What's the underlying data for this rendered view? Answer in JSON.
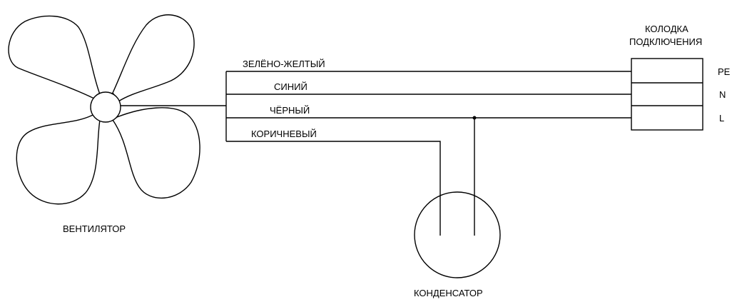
{
  "fan": {
    "label": "ВЕНТИЛЯТОР"
  },
  "capacitor": {
    "label": "КОНДЕНСАТОР"
  },
  "terminal_block": {
    "title_line1": "КОЛОДКА",
    "title_line2": "ПОДКЛЮЧЕНИЯ",
    "terminals": [
      "PE",
      "N",
      "L"
    ]
  },
  "wires": {
    "green_yellow": "ЗЕЛЁНО-ЖЕЛТЫЙ",
    "blue": "СИНИЙ",
    "black": "ЧЁРНЫЙ",
    "brown": "КОРИЧНЕВЫЙ"
  },
  "colors": {
    "line": "#000000",
    "background": "#ffffff"
  }
}
